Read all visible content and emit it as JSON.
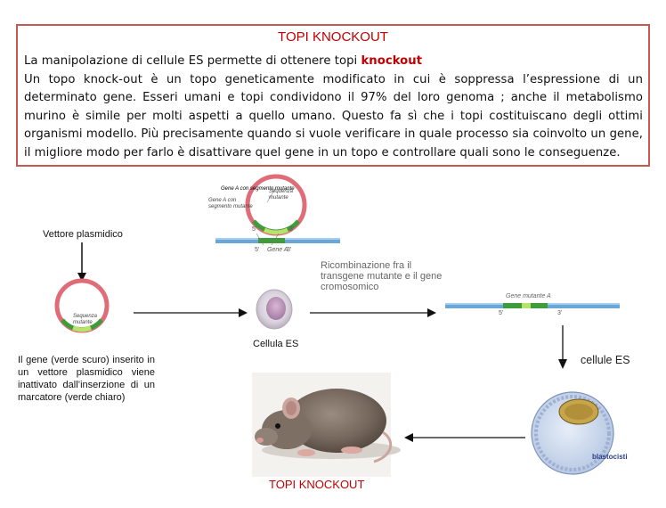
{
  "header": {
    "title": "TOPI KNOCKOUT",
    "intro_before": "La manipolazione di cellule  ES permette di ottenere topi ",
    "intro_keyword": "knockout",
    "intro_after": " Un topo knock-out è un topo geneticamente modificato in cui è soppressa l’espressione di un determinato gene. Esseri umani e topi condividono il 97% del loro genoma ; anche il metabolismo murino è simile per molti aspetti a quello umano. Questo fa sì che i topi costituiscano degli ottimi organismi modello. Più precisamente quando si vuole verificare in quale processo sia coinvolto un gene, il migliore modo per farlo è disattivare quel gene in un topo e controllare quali sono le conseguenze."
  },
  "diagram": {
    "vettore_label": "Vettore plasmidico",
    "gene_a_label": "Gene A con segmento mutante",
    "sequenza_label": "Sequenza mutante",
    "gene_a_short": "Gene A",
    "ricombinazione": "Ricombinazione fra il transgene mutante e il gene cromosomico",
    "gene_mutante": "Gene mutante A",
    "cellula_es": "Cellula ES",
    "description": "Il gene (verde scuro) inserito in un vettore plasmidico viene inattivato dall’inserzione di un marcatore (verde chiaro)",
    "cellule_es": "cellule ES",
    "blastocisti": "blastocisti",
    "bottom_title": "TOPI KNOCKOUT",
    "five_prime": "5'",
    "three_prime": "3'",
    "colors": {
      "accent_red": "#c00000",
      "plasmid": "#e06c78",
      "dna_blue": "#6aa6d8",
      "dark_green": "#3f9c3a",
      "light_green": "#b7e36a"
    }
  }
}
